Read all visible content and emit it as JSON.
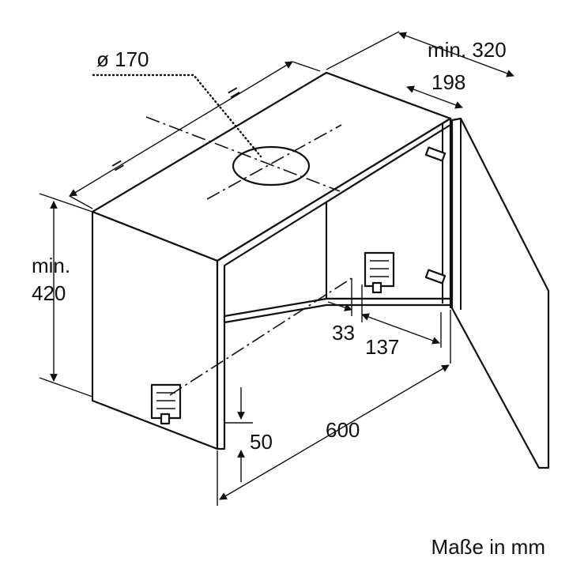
{
  "dimensions": {
    "duct_diameter": "ø 170",
    "min_depth": "min. 320",
    "depth_198": "198",
    "equal_left": "=",
    "equal_right": "=",
    "min_height_line1": "min.",
    "min_height_line2": "420",
    "offset_33": "33",
    "offset_137": "137",
    "width_600": "600",
    "bottom_50": "50"
  },
  "caption": "Maße in mm"
}
